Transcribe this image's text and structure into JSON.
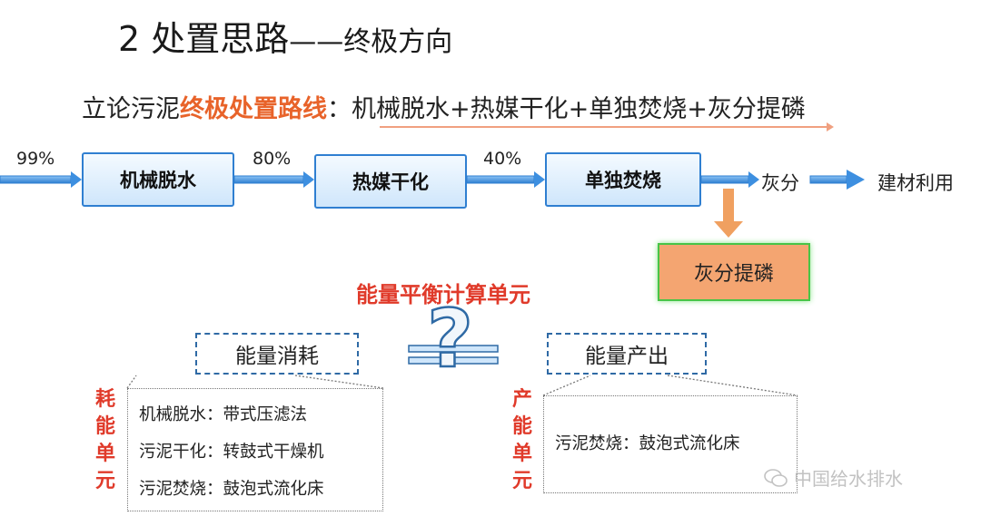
{
  "title": {
    "main": "2  处置思路",
    "dash": "——",
    "rest": "终极方向"
  },
  "subtitle": {
    "prefix": "立论污泥",
    "highlight": "终极处置路线",
    "suffix": "：机械脱水+热媒干化+单独焚烧+灰分提磷"
  },
  "flow": {
    "pct_in": "99%",
    "step1": "机械脱水",
    "pct_1": "80%",
    "step2": "热媒干化",
    "pct_2": "40%",
    "step3": "单独焚烧",
    "ash": "灰分",
    "use": "建材利用",
    "phosphorus": "灰分提磷"
  },
  "balance": {
    "heading": "能量平衡计算单元",
    "consume_label": "能量消耗",
    "produce_label": "能量产出",
    "question": "?",
    "consume_side": [
      "耗",
      "能",
      "单",
      "元"
    ],
    "produce_side": [
      "产",
      "能",
      "单",
      "元"
    ],
    "consume_items": [
      "机械脱水：带式压滤法",
      "污泥干化：转鼓式干燥机",
      "污泥焚烧：鼓泡式流化床"
    ],
    "produce_items": [
      "污泥焚烧：鼓泡式流化床"
    ]
  },
  "watermark": "中国给水排水",
  "colors": {
    "accent": "#e8632a",
    "box_border": "#2f7fd1",
    "arrow": "#3d8fe0",
    "red_text": "#e03a2a",
    "orange_arrow": "#f0a060"
  }
}
